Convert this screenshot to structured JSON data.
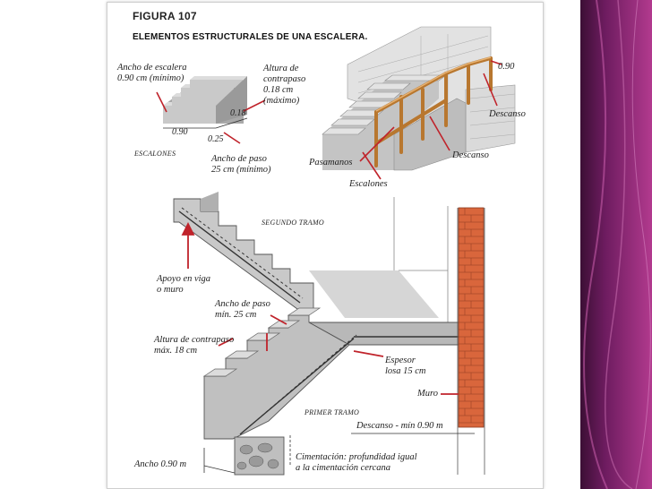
{
  "colors": {
    "side_panel_dark": "#4a1240",
    "side_panel_light": "#a0307f",
    "concrete": "#bdbdbd",
    "concrete_dark": "#8c8c8c",
    "brick": "#d0603b",
    "rebar": "#333333",
    "rail_wood": "#d79b4f",
    "label_arrow": "#c0232b"
  },
  "figure": {
    "number": "FIGURA 107",
    "title": "ELEMENTOS ESTRUCTURALES DE UNA ESCALERA."
  },
  "top_left": {
    "ancho_escalera": "Ancho de escalera\n0.90 cm (mínimo)",
    "altura_contrapaso": "Altura de\ncontrapaso\n0.18 cm\n(máximo)",
    "riser_value": "0.18",
    "width_value": "0.90",
    "tread_value": "0.25",
    "escalones": "ESCALONES",
    "ancho_paso": "Ancho de paso\n25 cm (mínimo)"
  },
  "top_right": {
    "railing_height": "0.90",
    "descanso_1": "Descanso",
    "descanso_2": "Descanso",
    "pasamanos": "Pasamanos",
    "escalones": "Escalones"
  },
  "section": {
    "segundo_tramo": "SEGUNDO TRAMO",
    "apoyo": "Apoyo en viga\no muro",
    "ancho_paso": "Ancho de paso\nmín. 25 cm",
    "altura_contrapaso": "Altura de contrapaso\nmáx. 18 cm",
    "espesor": "Espesor\nlosa 15 cm",
    "muro": "Muro",
    "primer_tramo": "PRIMER TRAMO",
    "descanso": "Descanso - mín 0.90 m",
    "ancho": "Ancho 0.90 m",
    "cimentacion": "Cimentación: profundidad igual\na la cimentación cercana"
  }
}
